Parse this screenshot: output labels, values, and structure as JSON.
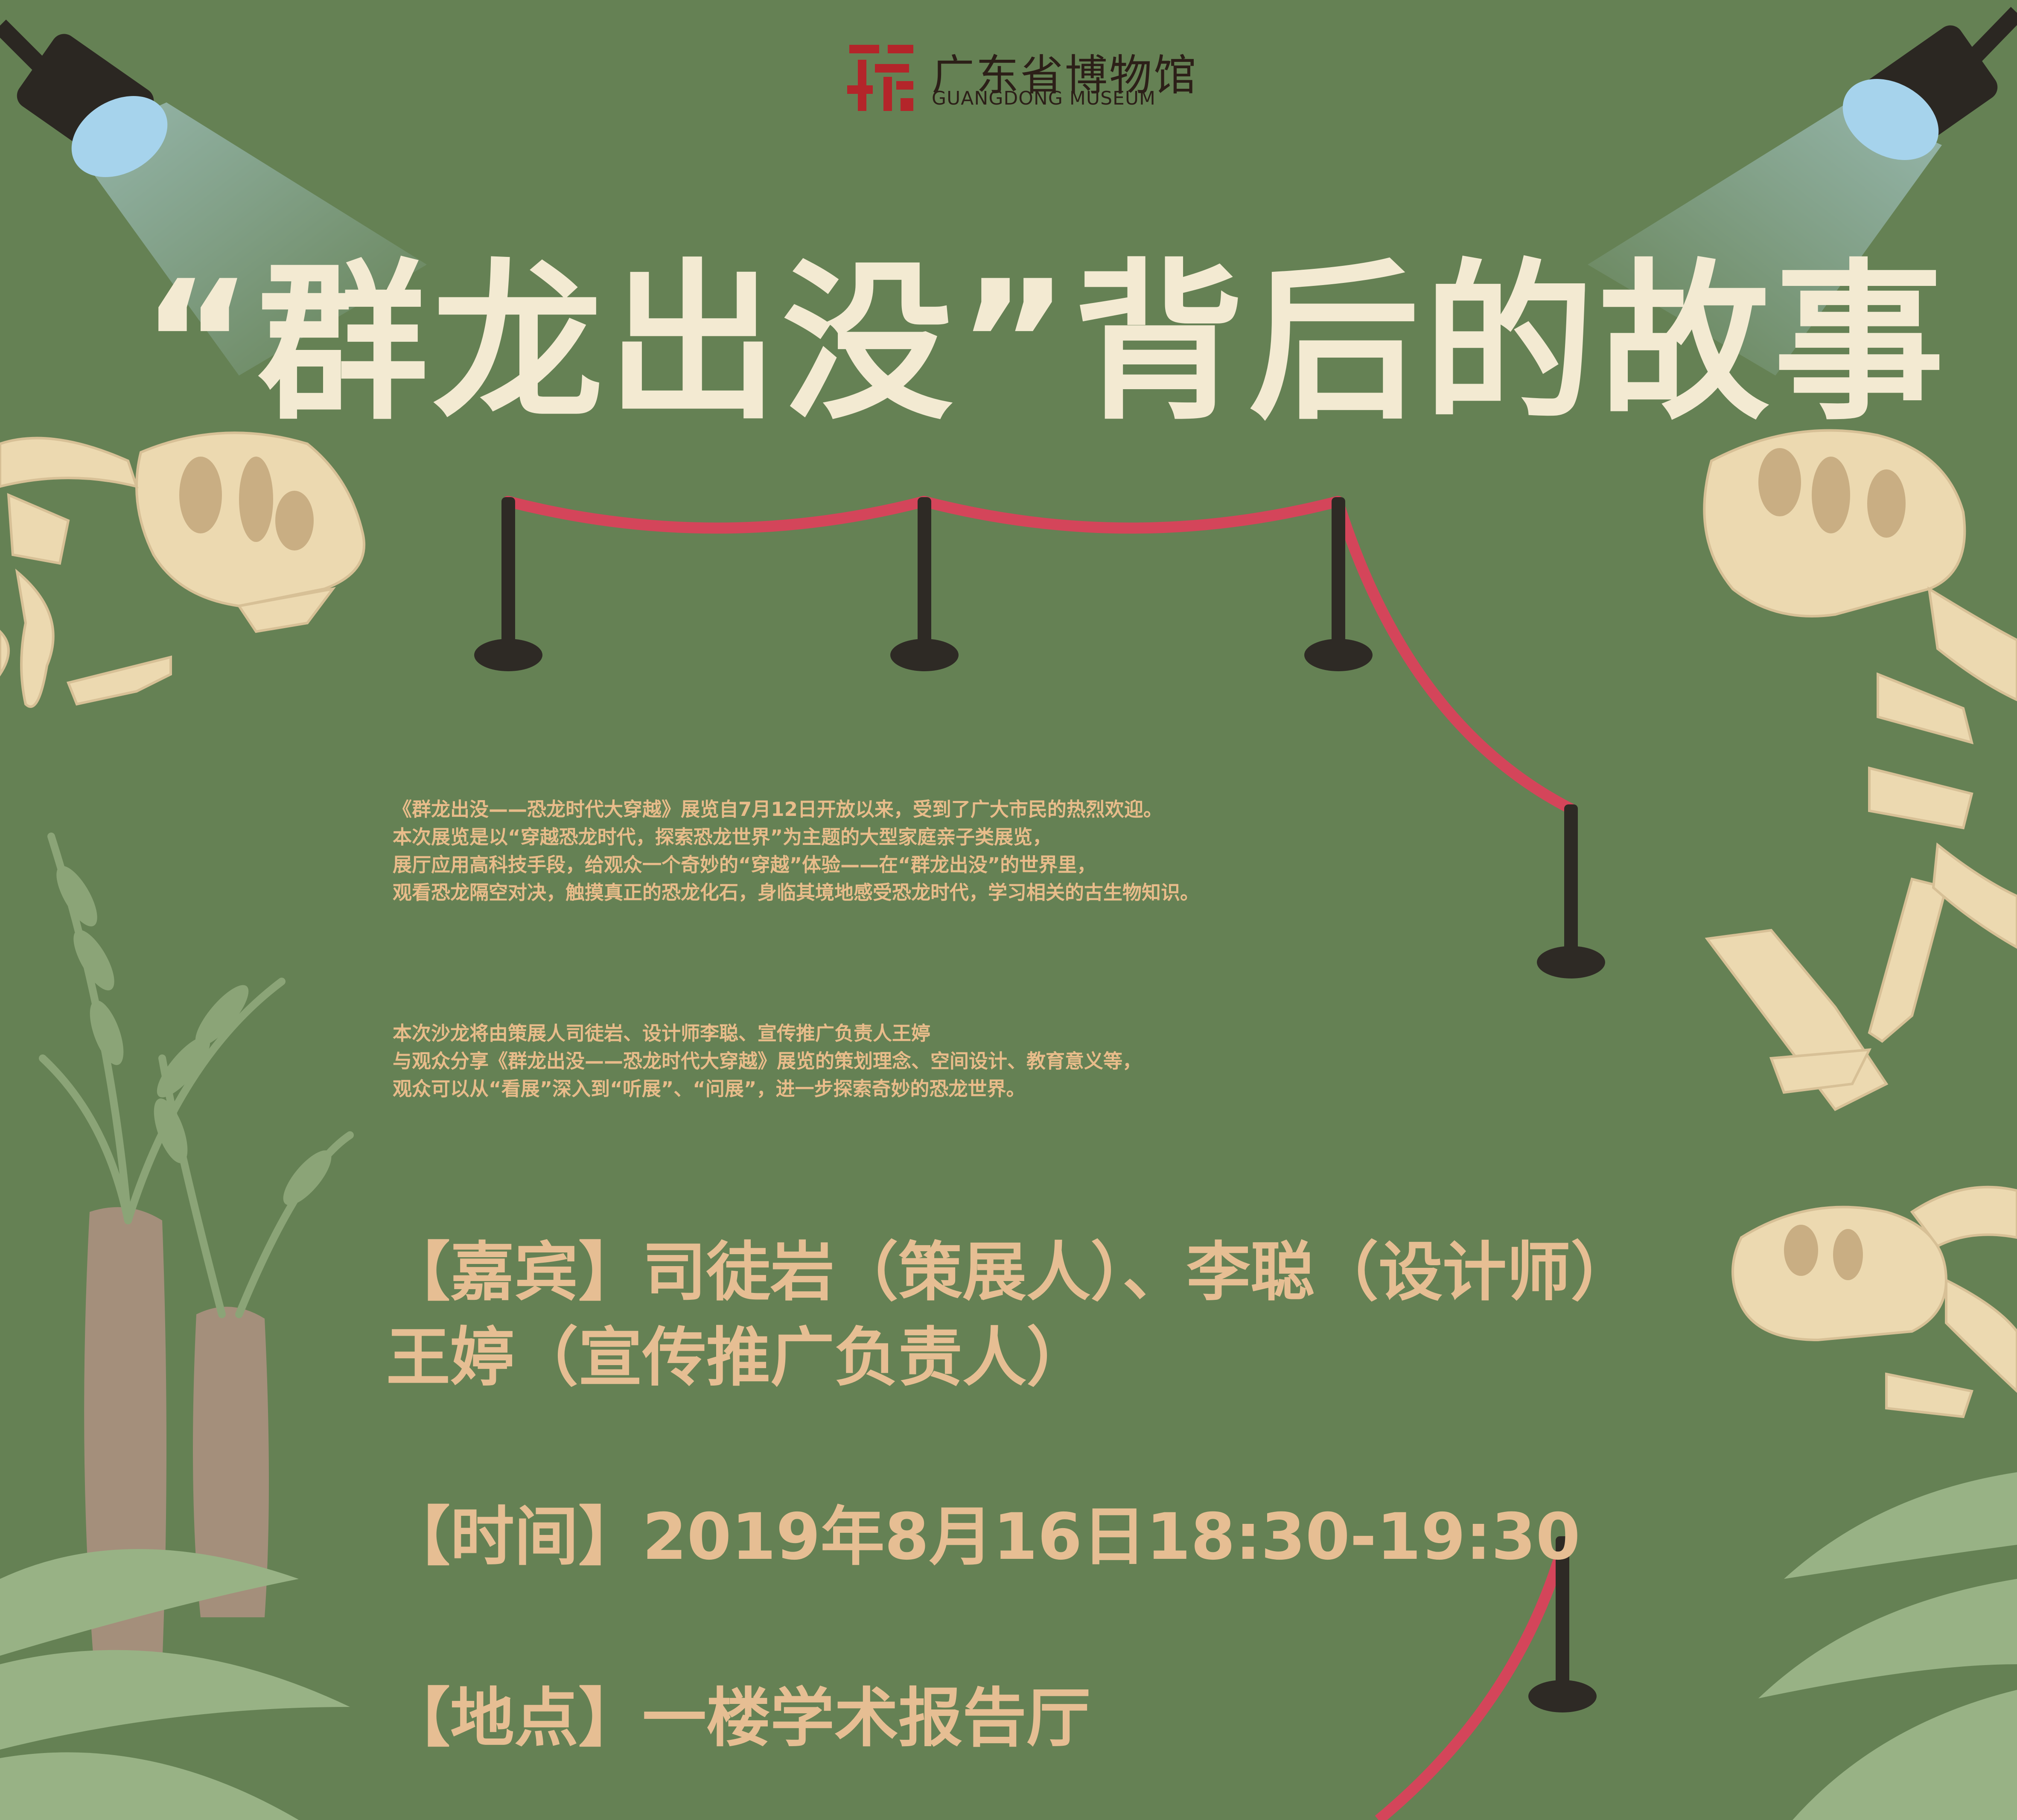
{
  "logo": {
    "name_cn": "广东省博物馆",
    "name_en": "GUANGDONG MUSEUM"
  },
  "title": "“群龙出没”背后的故事",
  "intro": [
    "《群龙出没——恐龙时代大穿越》展览自7月12日开放以来，受到了广大市民的热烈欢迎。",
    "本次展览是以“穿越恐龙时代，探索恐龙世界”为主题的大型家庭亲子类展览，",
    "展厅应用高科技手段，给观众一个奇妙的“穿越”体验——在“群龙出没”的世界里，",
    "观看恐龙隔空对决，触摸真正的恐龙化石，身临其境地感受恐龙时代，学习相关的古生物知识。"
  ],
  "salon": [
    "本次沙龙将由策展人司徒岩、设计师李聪、宣传推广负责人王婷",
    "与观众分享《群龙出没——恐龙时代大穿越》展览的策划理念、空间设计、教育意义等，",
    "观众可以从“看展”深入到“听展”、“问展”，进一步探索奇妙的恐龙世界。"
  ],
  "guests": {
    "line1": "【嘉宾】司徒岩（策展人）、李聪（设计师）",
    "line2": "王婷（宣传推广负责人）"
  },
  "time": "【时间】2019年8月16日18:30-19:30",
  "place": "【地点】一楼学术报告厅",
  "colors": {
    "background": "#658154",
    "title": "#f3ead2",
    "info_text": "#e6be93",
    "rope": "#d4455a",
    "bone": "#ecd9b0",
    "fern": "#8ba477",
    "trunk": "#a48f7b"
  }
}
